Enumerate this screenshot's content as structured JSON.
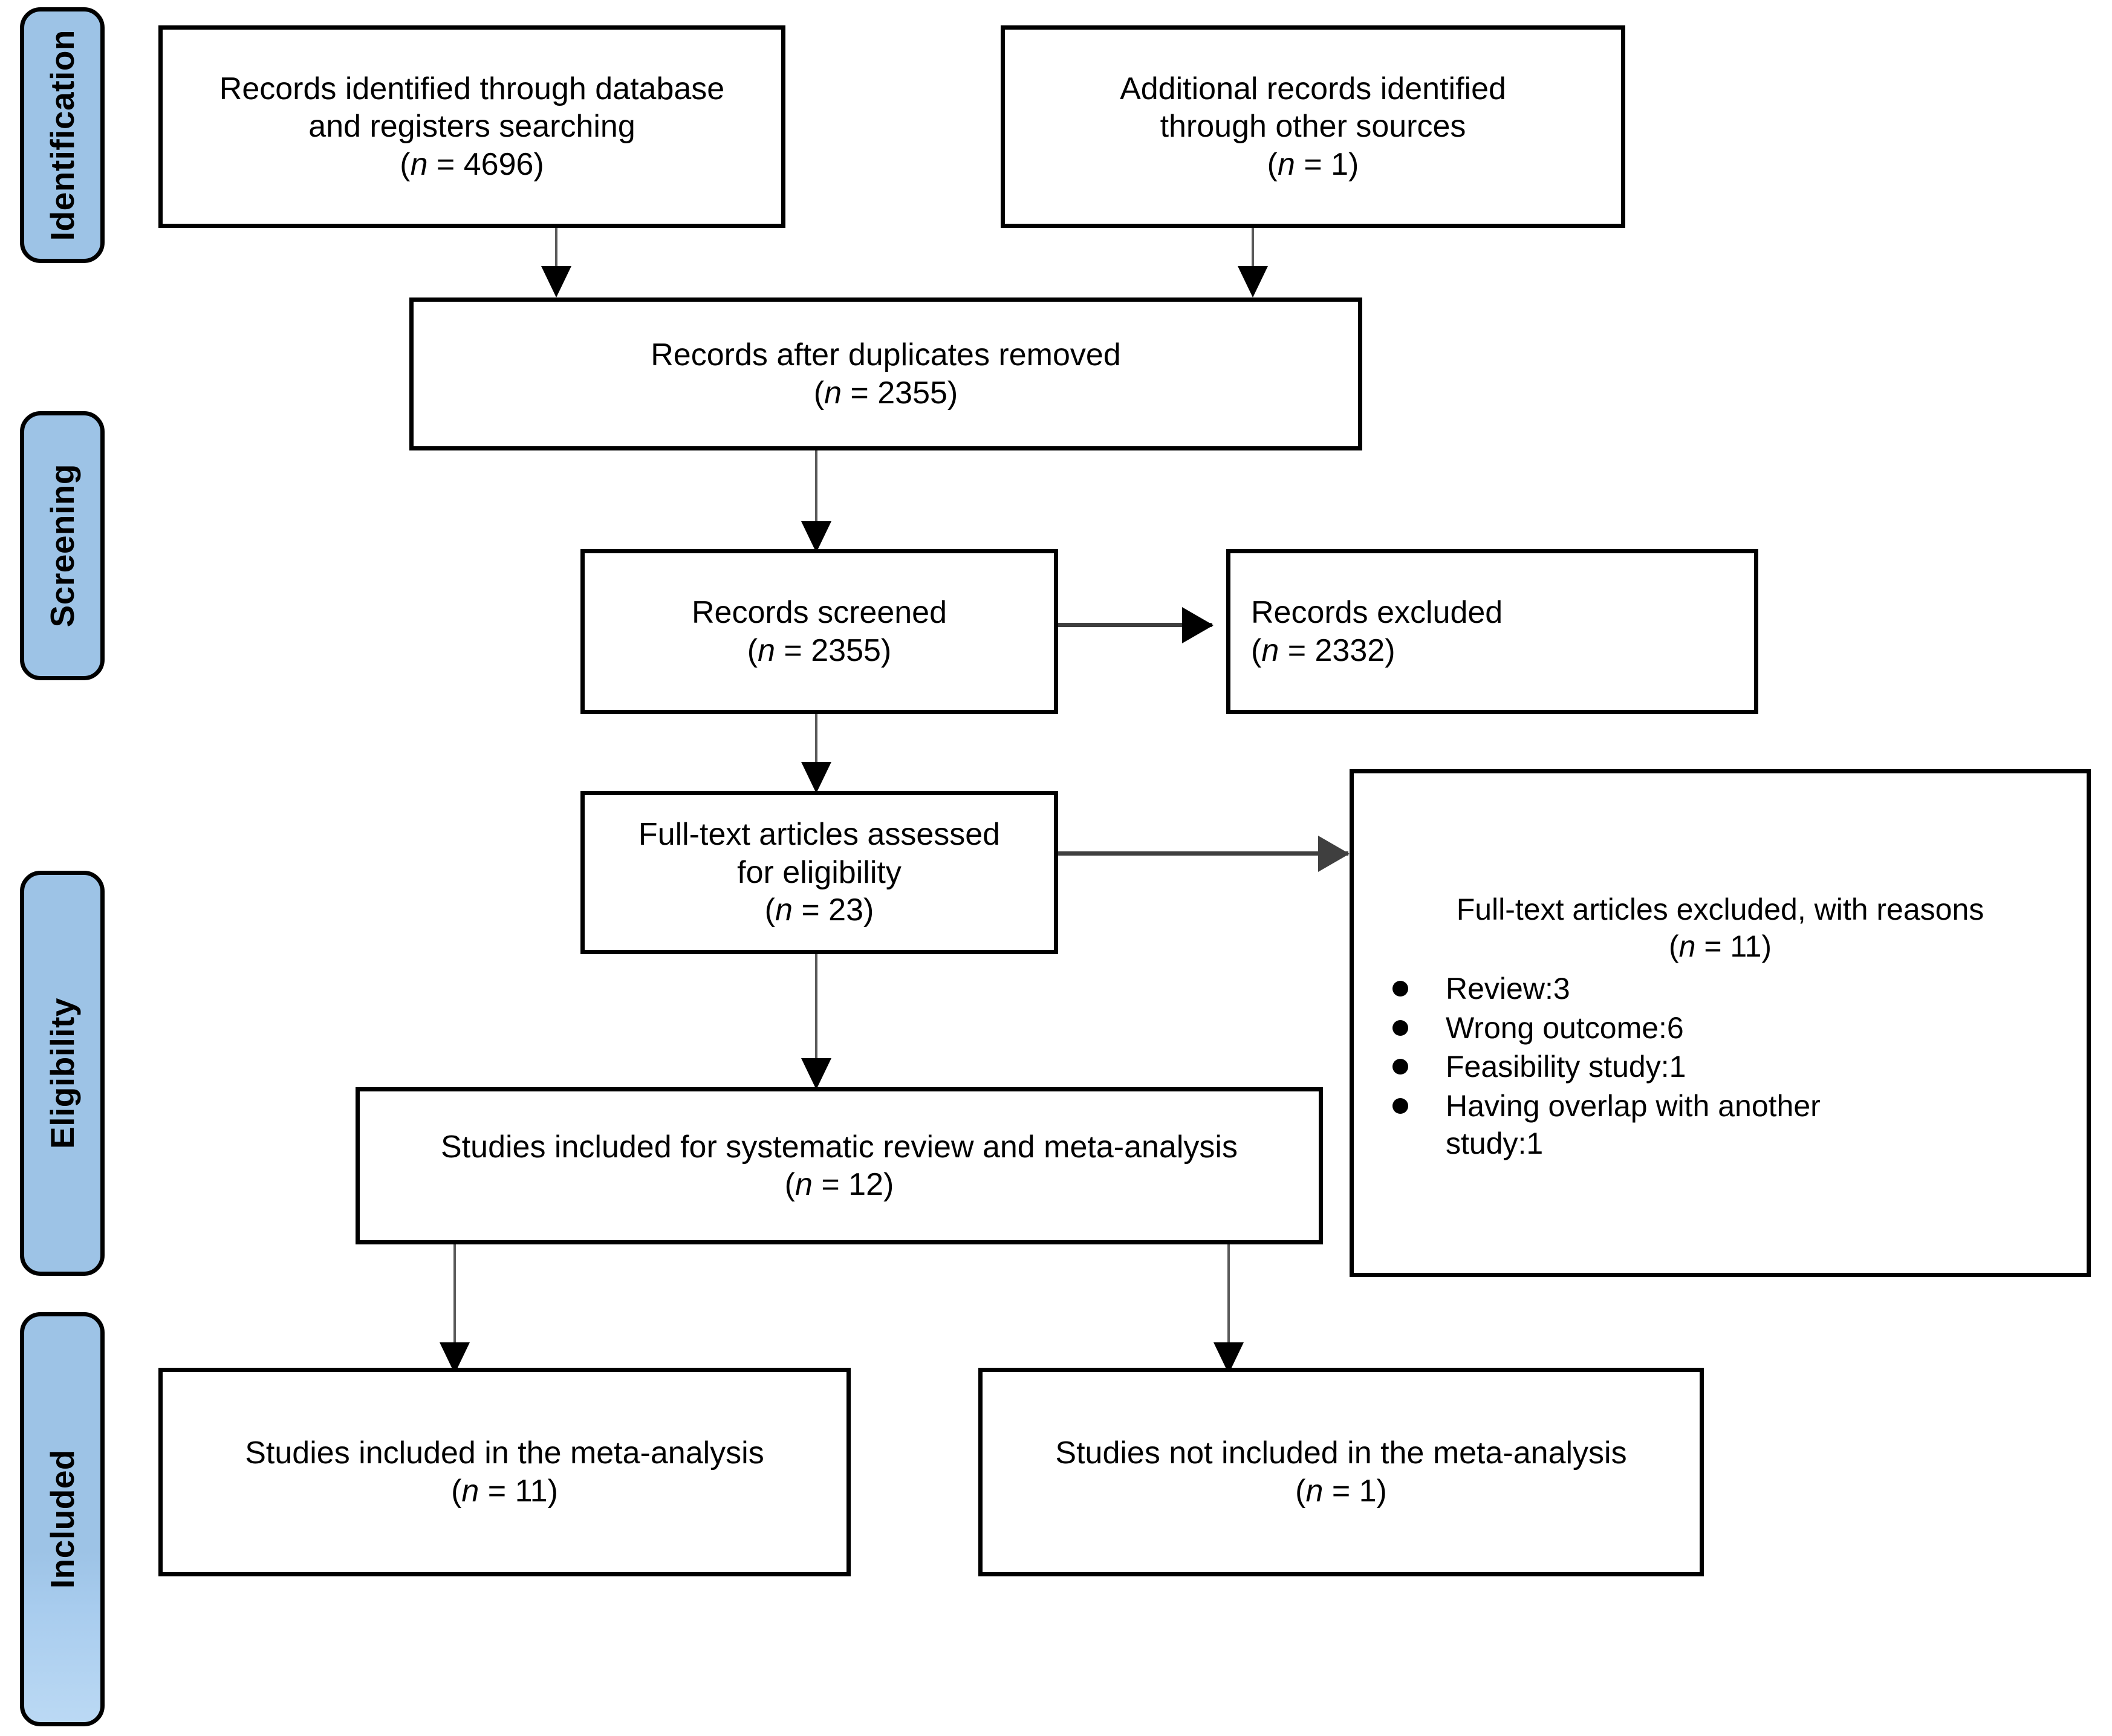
{
  "diagram": {
    "title": "PRISMA flow diagram",
    "accent_color": "#9DC3E6",
    "border_color": "#000000",
    "connector_color": "#3f3f3f"
  },
  "stages": [
    {
      "label": "Identification"
    },
    {
      "label": "Screening"
    },
    {
      "label": "Eligibility"
    },
    {
      "label": "Included"
    }
  ],
  "boxes": {
    "db_search": {
      "line1": "Records identified through database",
      "line2": "and registers searching",
      "count_prefix": "(",
      "count_n": "n",
      "count_eq": " = 4696)"
    },
    "other_sources": {
      "line1": "Additional records identified",
      "line2": "through other sources",
      "count_prefix": "(",
      "count_n": "n",
      "count_eq": " = 1)"
    },
    "duplicates_removed": {
      "line1": "Records after duplicates removed",
      "count_prefix": "(",
      "count_n": "n",
      "count_eq": " = 2355)"
    },
    "records_screened": {
      "line1": "Records screened",
      "count_prefix": "(",
      "count_n": "n",
      "count_eq": " = 2355)"
    },
    "records_excluded": {
      "line1": "Records excluded",
      "count_prefix": "(",
      "count_n": "n",
      "count_eq": " = 2332)"
    },
    "fulltext_assessed": {
      "line1": "Full-text articles assessed",
      "line2": "for eligibility",
      "count_prefix": "(",
      "count_n": "n",
      "count_eq": " = 23)"
    },
    "fulltext_excluded": {
      "line1": "Full-text articles excluded, with reasons",
      "count_prefix": "(",
      "count_n": "n",
      "count_eq": " = 11)",
      "reasons": [
        "Review:3",
        "Wrong outcome:6",
        "Feasibility study:1",
        "Having overlap with another study:1"
      ]
    },
    "studies_included": {
      "line1": "Studies included for systematic review and meta-analysis",
      "count_prefix": "(",
      "count_n": "n",
      "count_eq": " = 12)"
    },
    "meta_included": {
      "line1": "Studies included in the meta-analysis",
      "count_prefix": "(",
      "count_n": "n",
      "count_eq": " = 11)"
    },
    "meta_not_included": {
      "line1": "Studies not included in the meta-analysis",
      "count_prefix": "(",
      "count_n": "n",
      "count_eq": " = 1)"
    }
  },
  "chart_data": {
    "type": "diagram",
    "title": "PRISMA flow diagram",
    "nodes": [
      {
        "id": "db_search",
        "stage": "Identification",
        "label": "Records identified through database and registers searching",
        "n": 4696
      },
      {
        "id": "other_sources",
        "stage": "Identification",
        "label": "Additional records identified through other sources",
        "n": 1
      },
      {
        "id": "duplicates_removed",
        "stage": "Identification",
        "label": "Records after duplicates removed",
        "n": 2355
      },
      {
        "id": "records_screened",
        "stage": "Screening",
        "label": "Records screened",
        "n": 2355
      },
      {
        "id": "records_excluded",
        "stage": "Screening",
        "label": "Records excluded",
        "n": 2332
      },
      {
        "id": "fulltext_assessed",
        "stage": "Eligibility",
        "label": "Full-text articles assessed for eligibility",
        "n": 23
      },
      {
        "id": "fulltext_excluded",
        "stage": "Eligibility",
        "label": "Full-text articles excluded, with reasons",
        "n": 11,
        "breakdown": [
          {
            "reason": "Review",
            "n": 3
          },
          {
            "reason": "Wrong outcome",
            "n": 6
          },
          {
            "reason": "Feasibility study",
            "n": 1
          },
          {
            "reason": "Having overlap with another study",
            "n": 1
          }
        ]
      },
      {
        "id": "studies_included",
        "stage": "Eligibility",
        "label": "Studies included for systematic review and meta-analysis",
        "n": 12
      },
      {
        "id": "meta_included",
        "stage": "Included",
        "label": "Studies included in the meta-analysis",
        "n": 11
      },
      {
        "id": "meta_not_included",
        "stage": "Included",
        "label": "Studies not included in the meta-analysis",
        "n": 1
      }
    ],
    "edges": [
      {
        "from": "db_search",
        "to": "duplicates_removed"
      },
      {
        "from": "other_sources",
        "to": "duplicates_removed"
      },
      {
        "from": "duplicates_removed",
        "to": "records_screened"
      },
      {
        "from": "records_screened",
        "to": "records_excluded"
      },
      {
        "from": "records_screened",
        "to": "fulltext_assessed"
      },
      {
        "from": "fulltext_assessed",
        "to": "fulltext_excluded"
      },
      {
        "from": "fulltext_assessed",
        "to": "studies_included"
      },
      {
        "from": "studies_included",
        "to": "meta_included"
      },
      {
        "from": "studies_included",
        "to": "meta_not_included"
      }
    ]
  }
}
